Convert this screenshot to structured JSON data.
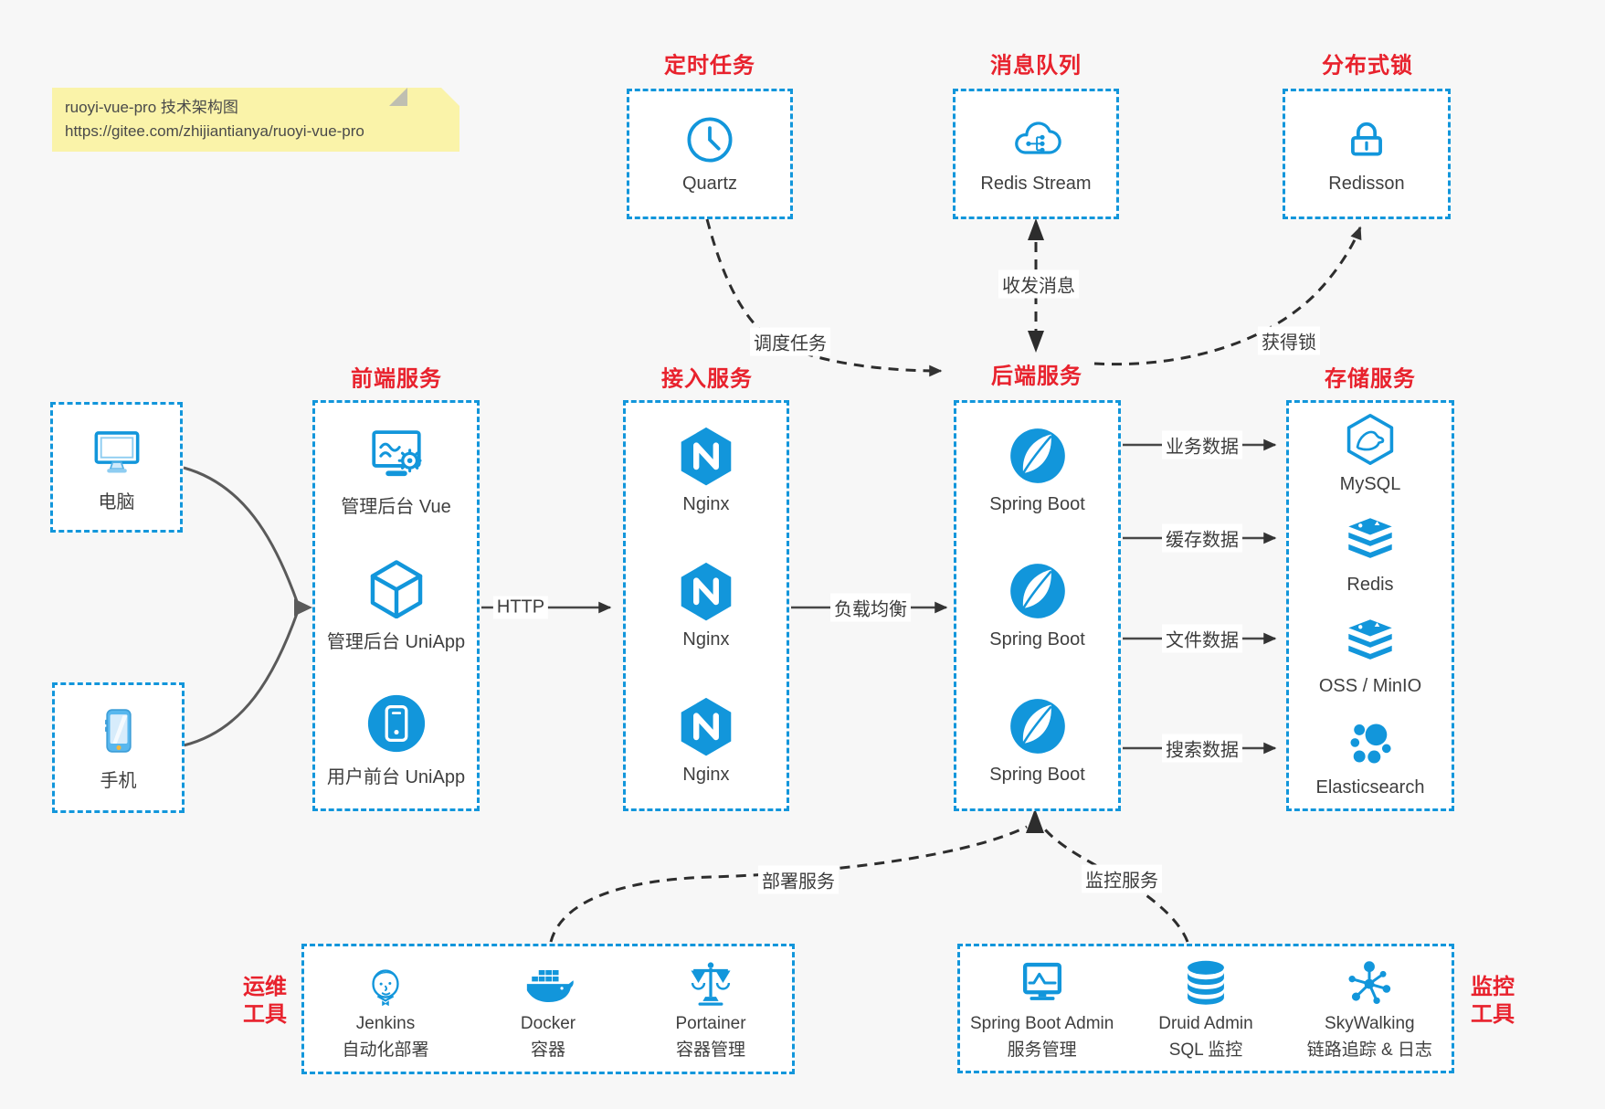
{
  "note": {
    "line1": "ruoyi-vue-pro 技术架构图",
    "line2": "https://gitee.com/zhijiantianya/ruoyi-vue-pro"
  },
  "colors": {
    "accent": "#1296db",
    "title_red": "#e8222d",
    "background": "#f7f7f7",
    "note_bg": "#faf3a9",
    "arrow_dark": "#3a3a3a"
  },
  "clients": [
    {
      "icon": "desktop-icon",
      "label": "电脑"
    },
    {
      "icon": "phone-icon",
      "label": "手机"
    }
  ],
  "top_groups": [
    {
      "title": "定时任务",
      "icon": "clock-icon",
      "label": "Quartz"
    },
    {
      "title": "消息队列",
      "icon": "cloud-share-icon",
      "label": "Redis Stream"
    },
    {
      "title": "分布式锁",
      "icon": "lock-icon",
      "label": "Redisson"
    }
  ],
  "columns": [
    {
      "title": "前端服务",
      "items": [
        {
          "icon": "admin-vue-icon",
          "label": "管理后台 Vue"
        },
        {
          "icon": "uniapp-cube-icon",
          "label": "管理后台 UniApp"
        },
        {
          "icon": "user-uniapp-icon",
          "label": "用户前台 UniApp"
        }
      ]
    },
    {
      "title": "接入服务",
      "items": [
        {
          "icon": "nginx-icon",
          "label": "Nginx"
        },
        {
          "icon": "nginx-icon",
          "label": "Nginx"
        },
        {
          "icon": "nginx-icon",
          "label": "Nginx"
        }
      ]
    },
    {
      "title": "后端服务",
      "items": [
        {
          "icon": "spring-boot-icon",
          "label": "Spring Boot"
        },
        {
          "icon": "spring-boot-icon",
          "label": "Spring Boot"
        },
        {
          "icon": "spring-boot-icon",
          "label": "Spring Boot"
        }
      ]
    },
    {
      "title": "存储服务",
      "items": [
        {
          "icon": "mysql-icon",
          "label": "MySQL"
        },
        {
          "icon": "redis-icon",
          "label": "Redis"
        },
        {
          "icon": "oss-icon",
          "label": "OSS / MinIO"
        },
        {
          "icon": "elasticsearch-icon",
          "label": "Elasticsearch"
        }
      ]
    }
  ],
  "edge_labels": {
    "http": "HTTP",
    "load_balance": "负载均衡",
    "schedule": "调度任务",
    "messaging": "收发消息",
    "lock": "获得锁",
    "business": "业务数据",
    "cache": "缓存数据",
    "file": "文件数据",
    "search": "搜索数据",
    "deploy": "部署服务",
    "monitor": "监控服务"
  },
  "bottom_groups": [
    {
      "side_title_line1": "运维",
      "side_title_line2": "工具",
      "items": [
        {
          "icon": "jenkins-icon",
          "label": "Jenkins",
          "sublabel": "自动化部署"
        },
        {
          "icon": "docker-icon",
          "label": "Docker",
          "sublabel": "容器"
        },
        {
          "icon": "portainer-icon",
          "label": "Portainer",
          "sublabel": "容器管理"
        }
      ]
    },
    {
      "side_title_line1": "监控",
      "side_title_line2": "工具",
      "items": [
        {
          "icon": "spring-boot-admin-icon",
          "label": "Spring Boot Admin",
          "sublabel": "服务管理"
        },
        {
          "icon": "druid-icon",
          "label": "Druid Admin",
          "sublabel": "SQL 监控"
        },
        {
          "icon": "skywalking-icon",
          "label": "SkyWalking",
          "sublabel": "链路追踪 & 日志"
        }
      ]
    }
  ]
}
